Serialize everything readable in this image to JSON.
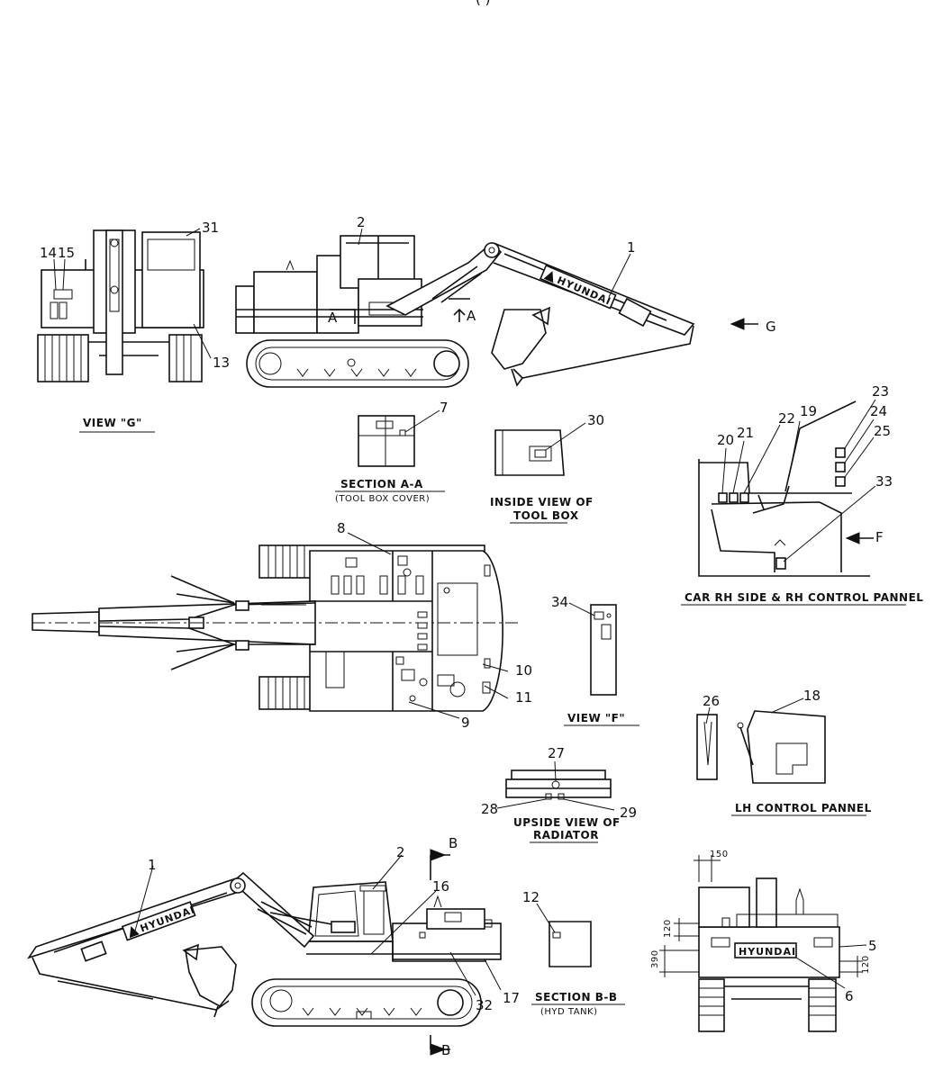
{
  "header": {
    "page_ref_fragment": "(   )"
  },
  "views": {
    "view_g": {
      "caption": "VIEW  \"G\"",
      "callouts": [
        "31",
        "14",
        "15",
        "13"
      ]
    },
    "side_right": {
      "callouts": [
        "2",
        "1"
      ],
      "brand": "HYUNDAI",
      "section_mark_a1": "A",
      "section_mark_a2": "A",
      "view_arrow": "G"
    },
    "section_aa": {
      "caption": "SECTION  A-A",
      "subcaption": "(TOOL BOX COVER)",
      "callout": "7"
    },
    "inside_toolbox": {
      "caption_line1": "INSIDE VIEW OF",
      "caption_line2": "TOOL BOX",
      "callout": "30"
    },
    "cab_rh": {
      "caption": "CAR RH SIDE & RH CONTROL PANNEL",
      "callouts": [
        "23",
        "24",
        "25",
        "20",
        "21",
        "22",
        "19",
        "33"
      ],
      "view_arrow": "F"
    },
    "top_view": {
      "callouts": [
        "8",
        "10",
        "11",
        "9"
      ]
    },
    "view_f": {
      "caption": "VIEW  \"F\"",
      "callout": "34"
    },
    "lh_panel": {
      "caption": "LH  CONTROL  PANNEL",
      "callouts": [
        "26",
        "18"
      ]
    },
    "radiator": {
      "caption_line1": "UPSIDE VIEW OF",
      "caption_line2": "RADIATOR",
      "callouts": [
        "27",
        "28",
        "29"
      ]
    },
    "side_left": {
      "callouts": [
        "1",
        "2",
        "16",
        "32",
        "17"
      ],
      "brand": "HYUNDAI",
      "section_mark_top": "B",
      "section_mark_bottom": "B"
    },
    "section_bb": {
      "caption": "SECTION  B-B",
      "subcaption": "(HYD TANK)",
      "callout": "12"
    },
    "rear_view": {
      "callouts": [
        "5",
        "6"
      ],
      "brand": "HYUNDAI",
      "dims": [
        "150",
        "120",
        "390",
        "120"
      ]
    }
  }
}
